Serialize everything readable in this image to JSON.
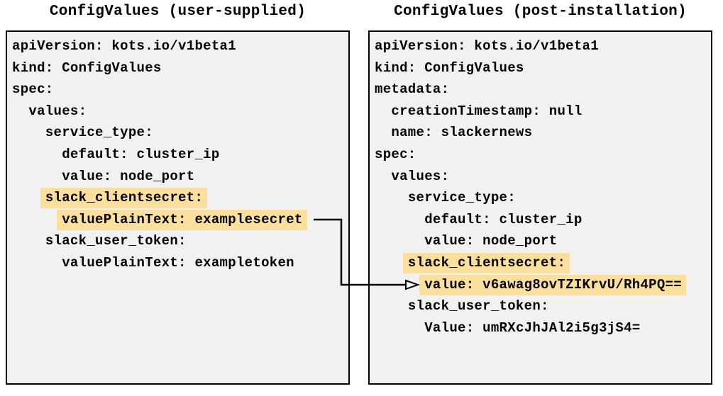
{
  "colors": {
    "highlight": "#FBDF9D",
    "panel_bg": "#F1F1F1",
    "border": "#000000",
    "text": "#000000",
    "page_bg": "#FFFFFF",
    "arrow": "#000000"
  },
  "left_panel": {
    "title": "ConfigValues (user-supplied)",
    "lines": [
      {
        "indent": 0,
        "text": "apiVersion: kots.io/v1beta1",
        "highlight": false
      },
      {
        "indent": 0,
        "text": "kind: ConfigValues",
        "highlight": false
      },
      {
        "indent": 0,
        "text": "spec:",
        "highlight": false
      },
      {
        "indent": 2,
        "text": "values:",
        "highlight": false
      },
      {
        "indent": 4,
        "text": "service_type:",
        "highlight": false
      },
      {
        "indent": 6,
        "text": "default: cluster_ip",
        "highlight": false
      },
      {
        "indent": 6,
        "text": "value: node_port",
        "highlight": false
      },
      {
        "indent": 4,
        "text": "slack_clientsecret:",
        "highlight": true
      },
      {
        "indent": 6,
        "text": "valuePlainText: examplesecret",
        "highlight": true
      },
      {
        "indent": 4,
        "text": "slack_user_token:",
        "highlight": false
      },
      {
        "indent": 6,
        "text": "valuePlainText: exampletoken",
        "highlight": false
      }
    ]
  },
  "right_panel": {
    "title": "ConfigValues (post-installation)",
    "lines": [
      {
        "indent": 0,
        "text": "apiVersion: kots.io/v1beta1",
        "highlight": false
      },
      {
        "indent": 0,
        "text": "kind: ConfigValues",
        "highlight": false
      },
      {
        "indent": 0,
        "text": "metadata:",
        "highlight": false
      },
      {
        "indent": 2,
        "text": "creationTimestamp: null",
        "highlight": false
      },
      {
        "indent": 2,
        "text": "name: slackernews",
        "highlight": false
      },
      {
        "indent": 0,
        "text": "spec:",
        "highlight": false
      },
      {
        "indent": 2,
        "text": "values:",
        "highlight": false
      },
      {
        "indent": 4,
        "text": "service_type:",
        "highlight": false
      },
      {
        "indent": 6,
        "text": "default: cluster_ip",
        "highlight": false
      },
      {
        "indent": 6,
        "text": "value: node_port",
        "highlight": false
      },
      {
        "indent": 4,
        "text": "slack_clientsecret:",
        "highlight": true
      },
      {
        "indent": 6,
        "text": "value: v6awag8ovTZIKrvU/Rh4PQ==",
        "highlight": true
      },
      {
        "indent": 4,
        "text": "slack_user_token:",
        "highlight": false
      },
      {
        "indent": 6,
        "text": "Value: umRXcJhJAl2i5g3jS4=",
        "highlight": false
      }
    ]
  }
}
